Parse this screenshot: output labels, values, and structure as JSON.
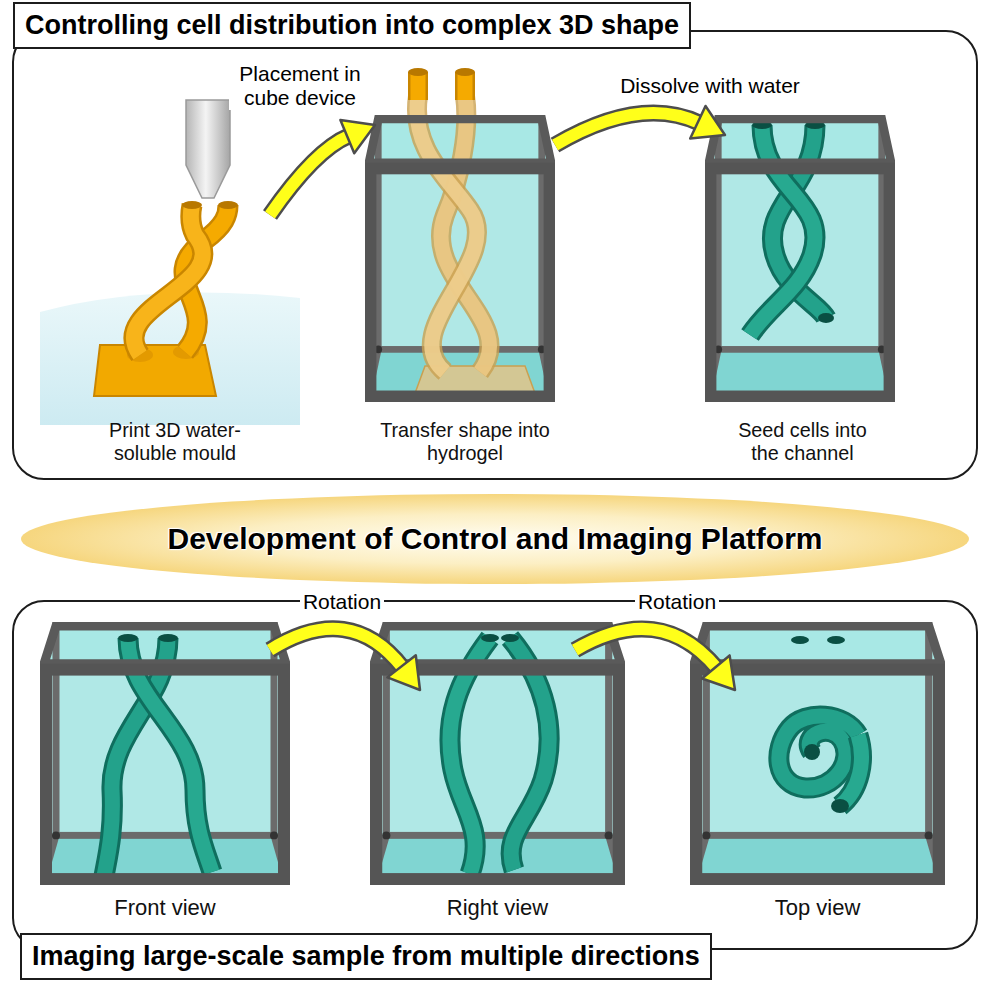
{
  "diagram": {
    "nodes": [
      {
        "text": [
          "Controlling cell distribution into complex 3D shape"
        ]
      },
      {
        "text": [
          "Print 3D water-soluble mould"
        ],
        "in": 0
      },
      {
        "text": [
          "Transfer shape into hydrogel"
        ],
        "in": 0
      },
      {
        "text": [
          "Seed cells into the channel"
        ],
        "in": 0
      },
      {
        "text": [
          "Development of Control and Imaging Platform"
        ]
      },
      {
        "text": [
          "Imaging large-scale sample from multiple directions"
        ]
      },
      {
        "text": [
          "Front view"
        ],
        "in": 5
      },
      {
        "text": [
          "Right view"
        ],
        "in": 5
      },
      {
        "text": [
          "Top view"
        ],
        "in": 5
      }
    ],
    "edges": [
      {
        "from": 1,
        "to": 2,
        "arrow": "to",
        "label": "Placement in cube device"
      },
      {
        "from": 2,
        "to": 3,
        "arrow": "to",
        "label": "Dissolve with water"
      },
      {
        "from": 6,
        "to": 7,
        "arrow": "to",
        "label": "Rotation"
      },
      {
        "from": 7,
        "to": 8,
        "arrow": "to",
        "label": "Rotation"
      }
    ]
  }
}
